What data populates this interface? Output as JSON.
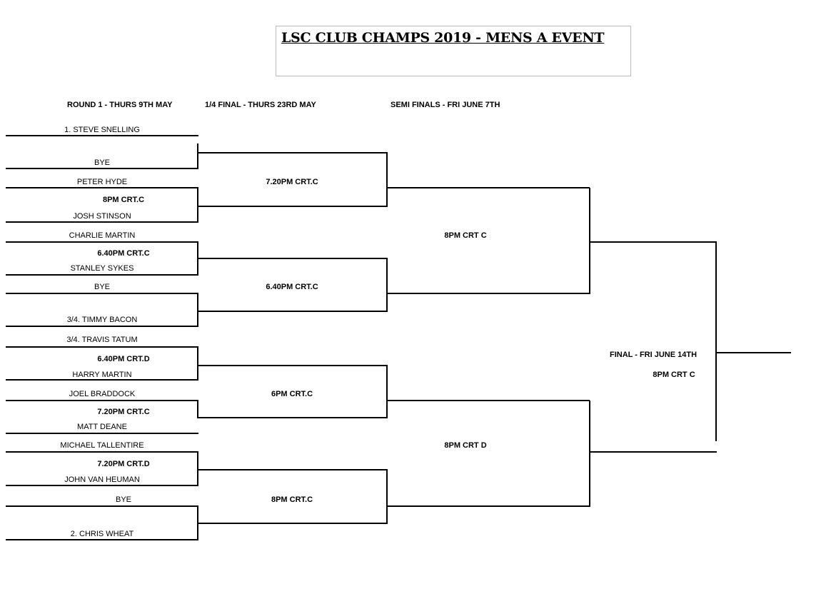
{
  "title": "LSC CLUB CHAMPS 2019 - MENS A EVENT",
  "headers": {
    "round1": "ROUND 1 - THURS 9TH MAY",
    "quarter": "1/4 FINAL - THURS 23RD MAY",
    "semi": "SEMI FINALS - FRI JUNE 7TH",
    "final": "FINAL - FRI JUNE 14TH"
  },
  "round1": {
    "players": [
      "1. STEVE SNELLING",
      "BYE",
      "PETER HYDE",
      "JOSH STINSON",
      "CHARLIE MARTIN",
      "STANLEY SYKES",
      "BYE",
      "3/4. TIMMY BACON",
      "3/4. TRAVIS TATUM",
      "HARRY MARTIN",
      "JOEL BRADDOCK",
      "MATT DEANE",
      "MICHAEL TALLENTIRE",
      "JOHN VAN HEUMAN",
      "BYE",
      "2. CHRIS WHEAT"
    ],
    "times": [
      "8PM CRT.C",
      "6.40PM CRT.C",
      "6.40PM CRT.D",
      "7.20PM CRT.C",
      "7.20PM CRT.D"
    ]
  },
  "quarter_times": [
    "7.20PM CRT.C",
    "6.40PM CRT.C",
    "6PM CRT.C",
    "8PM CRT.C"
  ],
  "semi_times": [
    "8PM CRT C",
    "8PM CRT D"
  ],
  "final_time": "8PM CRT C"
}
